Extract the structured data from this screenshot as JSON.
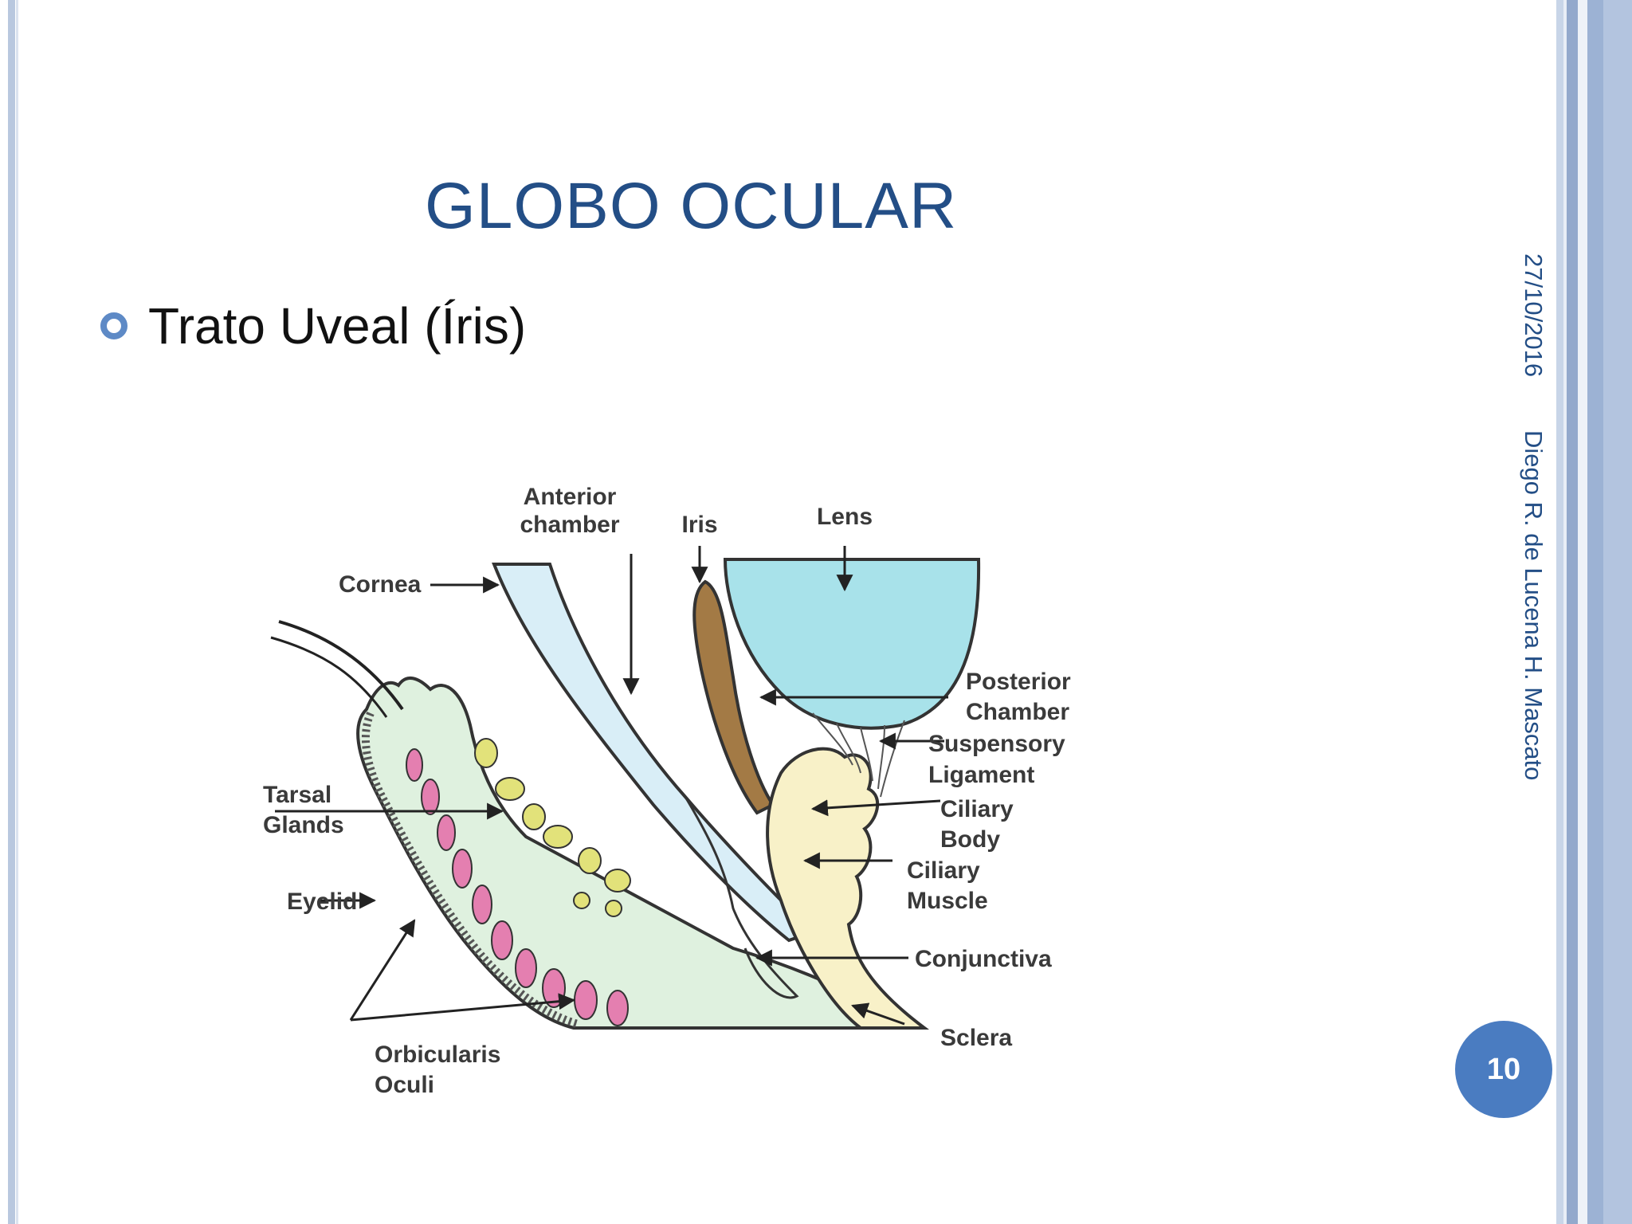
{
  "slide": {
    "title": "GLOBO OCULAR",
    "bullet": "Trato Uveal (Íris)",
    "date": "27/10/2016",
    "author": "Diego R. de Lucena H. Mascato",
    "page_number": "10"
  },
  "diagram": {
    "labels": {
      "anterior_chamber_1": "Anterior",
      "anterior_chamber_2": "chamber",
      "iris": "Iris",
      "lens": "Lens",
      "cornea": "Cornea",
      "posterior_chamber_1": "Posterior",
      "posterior_chamber_2": "Chamber",
      "suspensory_1": "Suspensory",
      "suspensory_2": "Ligament",
      "ciliary_body_1": "Ciliary",
      "ciliary_body_2": "Body",
      "ciliary_muscle_1": "Ciliary",
      "ciliary_muscle_2": "Muscle",
      "tarsal_1": "Tarsal",
      "tarsal_2": "Glands",
      "eyelid": "Eyelid",
      "conjunctiva": "Conjunctiva",
      "sclera": "Sclera",
      "orbicularis_1": "Orbicularis",
      "orbicularis_2": "Oculi"
    }
  },
  "colors": {
    "title": "#234e86",
    "accent": "#4a7cc1",
    "lens": "#a8e2ea",
    "iris": "#a37a45",
    "cornea": "#d9eef7",
    "eyelid": "#dff1df",
    "ciliary": "#f8f1c8",
    "glands": "#e2e27a",
    "muscle": "#e47fb0"
  }
}
